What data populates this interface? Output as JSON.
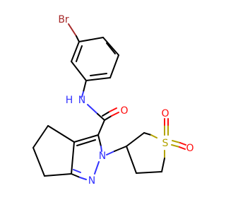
{
  "molecule": {
    "colors": {
      "carbon_bond": "#000000",
      "nitrogen": "#3333ff",
      "oxygen": "#ff0d0d",
      "sulfur": "#b3a300",
      "bromine": "#a62929"
    },
    "atom_labels": {
      "br": "Br",
      "nh": "H",
      "n_amide": "N",
      "o_carbonyl": "O",
      "n_ring1": "N",
      "n_ring2": "N",
      "s": "S",
      "o_sulfonyl1": "O",
      "o_sulfonyl2": "O"
    }
  }
}
